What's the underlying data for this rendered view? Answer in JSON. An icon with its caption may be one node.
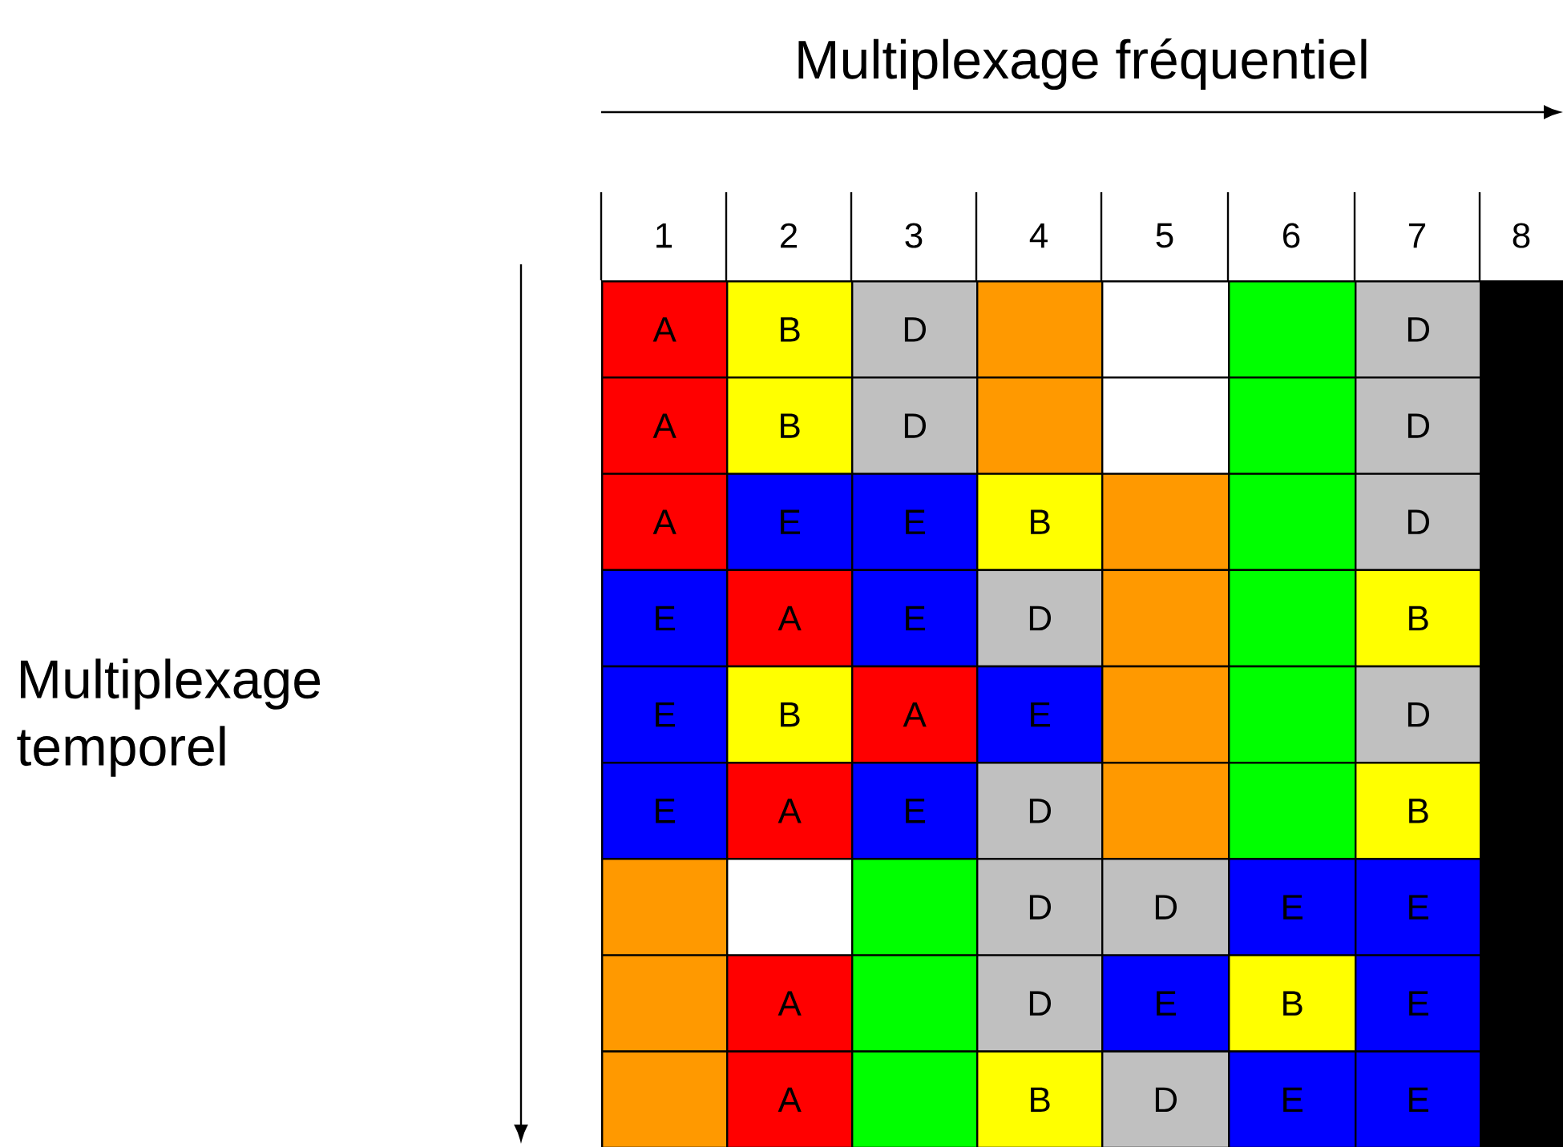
{
  "diagram": {
    "nodes": [
      {
        "text": [
          "A"
        ]
      },
      {
        "text": [
          "B"
        ]
      },
      {
        "text": [
          "D"
        ]
      },
      {
        "text": [],
        "shape": "box"
      },
      {
        "text": [],
        "shape": "box"
      },
      {
        "text": [],
        "shape": "box"
      },
      {
        "text": [
          "D"
        ]
      },
      {
        "text": [],
        "shape": "box"
      },
      {
        "text": [
          "A"
        ]
      },
      {
        "text": [
          "B"
        ]
      },
      {
        "text": [
          "D"
        ]
      },
      {
        "text": [],
        "shape": "box"
      },
      {
        "text": [],
        "shape": "box"
      },
      {
        "text": [],
        "shape": "box"
      },
      {
        "text": [
          "D"
        ]
      },
      {
        "text": [],
        "shape": "box"
      },
      {
        "text": [
          "A"
        ]
      },
      {
        "text": [
          "E"
        ]
      },
      {
        "text": [
          "E"
        ]
      },
      {
        "text": [
          "B"
        ]
      },
      {
        "text": [],
        "shape": "box"
      },
      {
        "text": [],
        "shape": "box"
      },
      {
        "text": [
          "D"
        ]
      },
      {
        "text": [],
        "shape": "box"
      },
      {
        "text": [
          "E"
        ]
      },
      {
        "text": [
          "A"
        ]
      },
      {
        "text": [
          "E"
        ]
      },
      {
        "text": [
          "D"
        ]
      },
      {
        "text": [],
        "shape": "box"
      },
      {
        "text": [],
        "shape": "box"
      },
      {
        "text": [
          "B"
        ]
      },
      {
        "text": [],
        "shape": "box"
      },
      {
        "text": [
          "E"
        ]
      },
      {
        "text": [
          "B"
        ]
      },
      {
        "text": [
          "A"
        ]
      },
      {
        "text": [
          "E"
        ]
      },
      {
        "text": [],
        "shape": "box"
      },
      {
        "text": [],
        "shape": "box"
      },
      {
        "text": [
          "D"
        ]
      },
      {
        "text": [],
        "shape": "box"
      },
      {
        "text": [
          "E"
        ]
      },
      {
        "text": [
          "A"
        ]
      },
      {
        "text": [
          "E"
        ]
      },
      {
        "text": [
          "D"
        ]
      },
      {
        "text": [],
        "shape": "box"
      },
      {
        "text": [],
        "shape": "box"
      },
      {
        "text": [
          "B"
        ]
      },
      {
        "text": [],
        "shape": "box"
      },
      {
        "text": [],
        "shape": "box"
      },
      {
        "text": [],
        "shape": "box"
      },
      {
        "text": [],
        "shape": "box"
      },
      {
        "text": [
          "D"
        ]
      },
      {
        "text": [
          "D"
        ]
      },
      {
        "text": [
          "E"
        ]
      },
      {
        "text": [
          "E"
        ]
      },
      {
        "text": [],
        "shape": "box"
      },
      {
        "text": [],
        "shape": "box"
      },
      {
        "text": [
          "A"
        ]
      },
      {
        "text": [],
        "shape": "box"
      },
      {
        "text": [
          "D"
        ]
      },
      {
        "text": [
          "E"
        ]
      },
      {
        "text": [
          "B"
        ]
      },
      {
        "text": [
          "E"
        ]
      },
      {
        "text": [],
        "shape": "box"
      },
      {
        "text": [],
        "shape": "box"
      },
      {
        "text": [
          "A"
        ]
      },
      {
        "text": [],
        "shape": "box"
      },
      {
        "text": [
          "B"
        ]
      },
      {
        "text": [
          "D"
        ]
      },
      {
        "text": [
          "E"
        ]
      },
      {
        "text": [
          "E"
        ]
      },
      {
        "text": [],
        "shape": "box"
      }
    ],
    "labels": [
      "Multiplexage fréquentiel",
      "1",
      "2",
      "3",
      "4",
      "5",
      "6",
      "7",
      "8",
      "Multiplexage temporel"
    ]
  }
}
